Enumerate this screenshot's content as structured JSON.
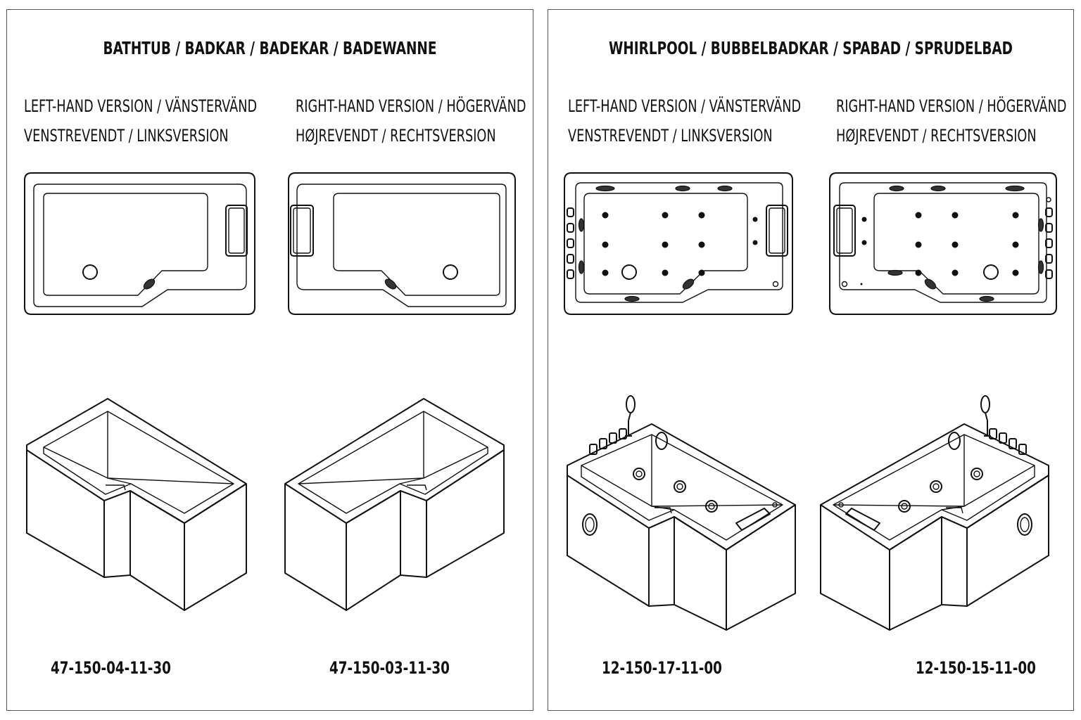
{
  "left_panel": {
    "title": "BATHTUB / BADKAR / BADEKAR / BADEWANNE",
    "left_version": [
      "LEFT-HAND VERSION / VÄNSTERVÄND",
      "VENSTREVENDT / LINKSVERSION"
    ],
    "right_version": [
      "RIGHT-HAND VERSION / HÖGERVÄND",
      "HØJREVENDT / RECHTSVERSION"
    ],
    "left_code": "47-150-04-11-30",
    "right_code": "47-150-03-11-30"
  },
  "right_panel": {
    "title": "WHIRLPOOL / BUBBELBADKAR / SPABAD / SPRUDELBAD",
    "left_version": [
      "LEFT-HAND VERSION / VÄNSTERVÄND",
      "VENSTREVENDT / LINKSVERSION"
    ],
    "right_version": [
      "RIGHT-HAND VERSION / HÖGERVÄND",
      "HØJREVENDT / RECHTSVERSION"
    ],
    "left_code": "12-150-17-11-00",
    "right_code": "12-150-15-11-00"
  }
}
